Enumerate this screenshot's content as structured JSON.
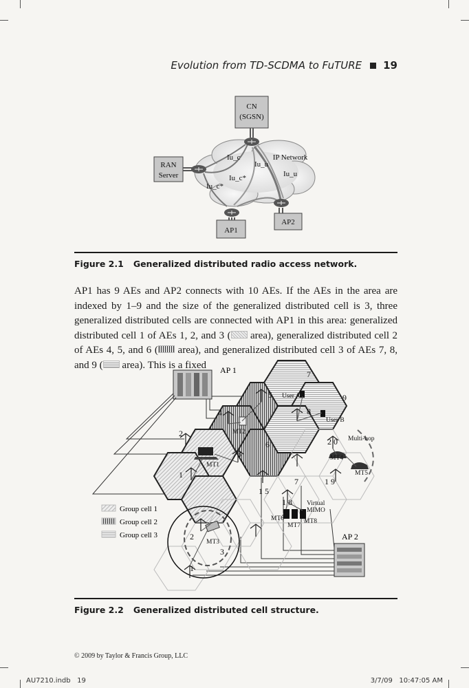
{
  "header": {
    "title": "Evolution from TD-SCDMA to FuTURE",
    "page_number": "19"
  },
  "figure1": {
    "labels": {
      "cn_line1": "CN",
      "cn_line2": "(SGSN)",
      "ran_line1": "RAN",
      "ran_line2": "Server",
      "ip_network": "IP Network",
      "iu_c_1": "Iu_c",
      "iu_c_2": "Iu_c*",
      "iu_c_3": "Iu_c*",
      "iu_u_1": "Iu_u",
      "iu_u_2": "Iu_u",
      "ap1": "AP1",
      "ap2": "AP2"
    },
    "caption_number": "Figure 2.1",
    "caption_text": "Generalized distributed radio access network."
  },
  "paragraph": {
    "part1": "AP1 has 9 AEs and AP2 connects with 10 AEs. If the AEs in the area are indexed by 1–9 and the size of the generalized distributed cell is 3, three generalized distributed cells are connected with AP1 in this area: generalized distributed cell 1 of AEs 1, 2, and 3 (",
    "part2": " area), generalized distributed cell 2 of AEs 4, 5, and 6 (",
    "part3": " area), and generalized distributed cell 3 of AEs 7, 8, and 9 (",
    "part4": " area). This is a fixed"
  },
  "figure2": {
    "labels": {
      "ap1": "AP 1",
      "ap2": "AP 2",
      "user_a": "User A",
      "user_b": "User B",
      "multi_hop": "Multi-hop",
      "virtual_mimo_1": "Virtual",
      "virtual_mimo_2": "MIMO",
      "mt1": "MT1",
      "mt2": "MT2",
      "mt3": "MT3",
      "mt4": "MT4",
      "mt5": "MT5",
      "mt6": "MT6",
      "mt7": "MT7",
      "mt8": "MT8"
    },
    "cell_numbers": [
      "1",
      "2",
      "3",
      "4",
      "5",
      "6",
      "7",
      "8",
      "9",
      "2 0",
      "7",
      "1 9",
      "1 5",
      "1 8",
      "1",
      "2",
      "3"
    ],
    "legend": [
      "Group cell 1",
      "Group cell 2",
      "Group cell 3"
    ],
    "caption_number": "Figure 2.2",
    "caption_text": "Generalized distributed cell structure."
  },
  "copyright": "© 2009 by Taylor & Francis Group, LLC",
  "footer": {
    "file": "AU7210.indb   19",
    "timestamp": "3/7/09   10:47:05 AM"
  }
}
